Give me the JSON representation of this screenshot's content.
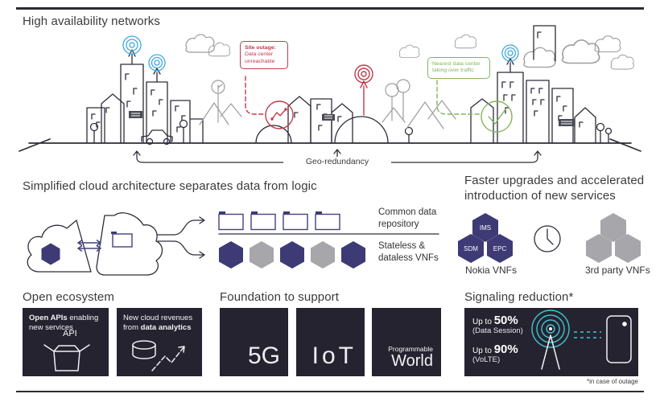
{
  "top": {
    "title": "High availability networks",
    "outage_callout": {
      "heading": "Site outage:",
      "line1": "Data center",
      "line2": "unreachable"
    },
    "takeover_callout": {
      "line1": "Nearest data center",
      "line2": "taking over traffic"
    },
    "geo_label": "Geo-redundancy"
  },
  "cloud": {
    "title": "Simplified cloud architecture separates data from logic",
    "common_line1": "Common data",
    "common_line2": "repository",
    "stateless_line1": "Stateless &",
    "stateless_line2": "dataless VNFs"
  },
  "upgrades": {
    "title_line1": "Faster upgrades and accelerated",
    "title_line2": "introduction of new services",
    "hex1": "IMS",
    "hex2": "SDM",
    "hex3": "EPC",
    "nokia_label": "Nokia  VNFs",
    "third_party_label": "3rd party VNFs"
  },
  "ecosystem": {
    "title": "Open ecosystem",
    "card1_bold": "Open APIs",
    "card1_rest": " enabling new services",
    "card1_icon_label": "API",
    "card2_pre": "New cloud revenues from ",
    "card2_bold": "data analytics"
  },
  "foundation": {
    "title": "Foundation to support",
    "tile1": "5G",
    "tile2": "IoT",
    "tile3_line1": "Programmable",
    "tile3_line2": "World"
  },
  "signaling": {
    "title": "Signaling reduction*",
    "stat1_prefix": "Up to ",
    "stat1_value": "50%",
    "stat1_sub": "(Data Session)",
    "stat2_prefix": "Up to ",
    "stat2_value": "90%",
    "stat2_sub": "(VoLTE)",
    "footnote": "*in case of outage"
  },
  "colors": {
    "dark_panel": "#252330",
    "navy_hexagon": "#3d3a75",
    "gray_hexagon": "#a7a6aa",
    "alert_red": "#c23a4b",
    "ok_green": "#84b45e",
    "signal_blue": "#3fa9e0",
    "signal_teal": "#3fc6d0",
    "line_ink": "#2e2d3a"
  }
}
